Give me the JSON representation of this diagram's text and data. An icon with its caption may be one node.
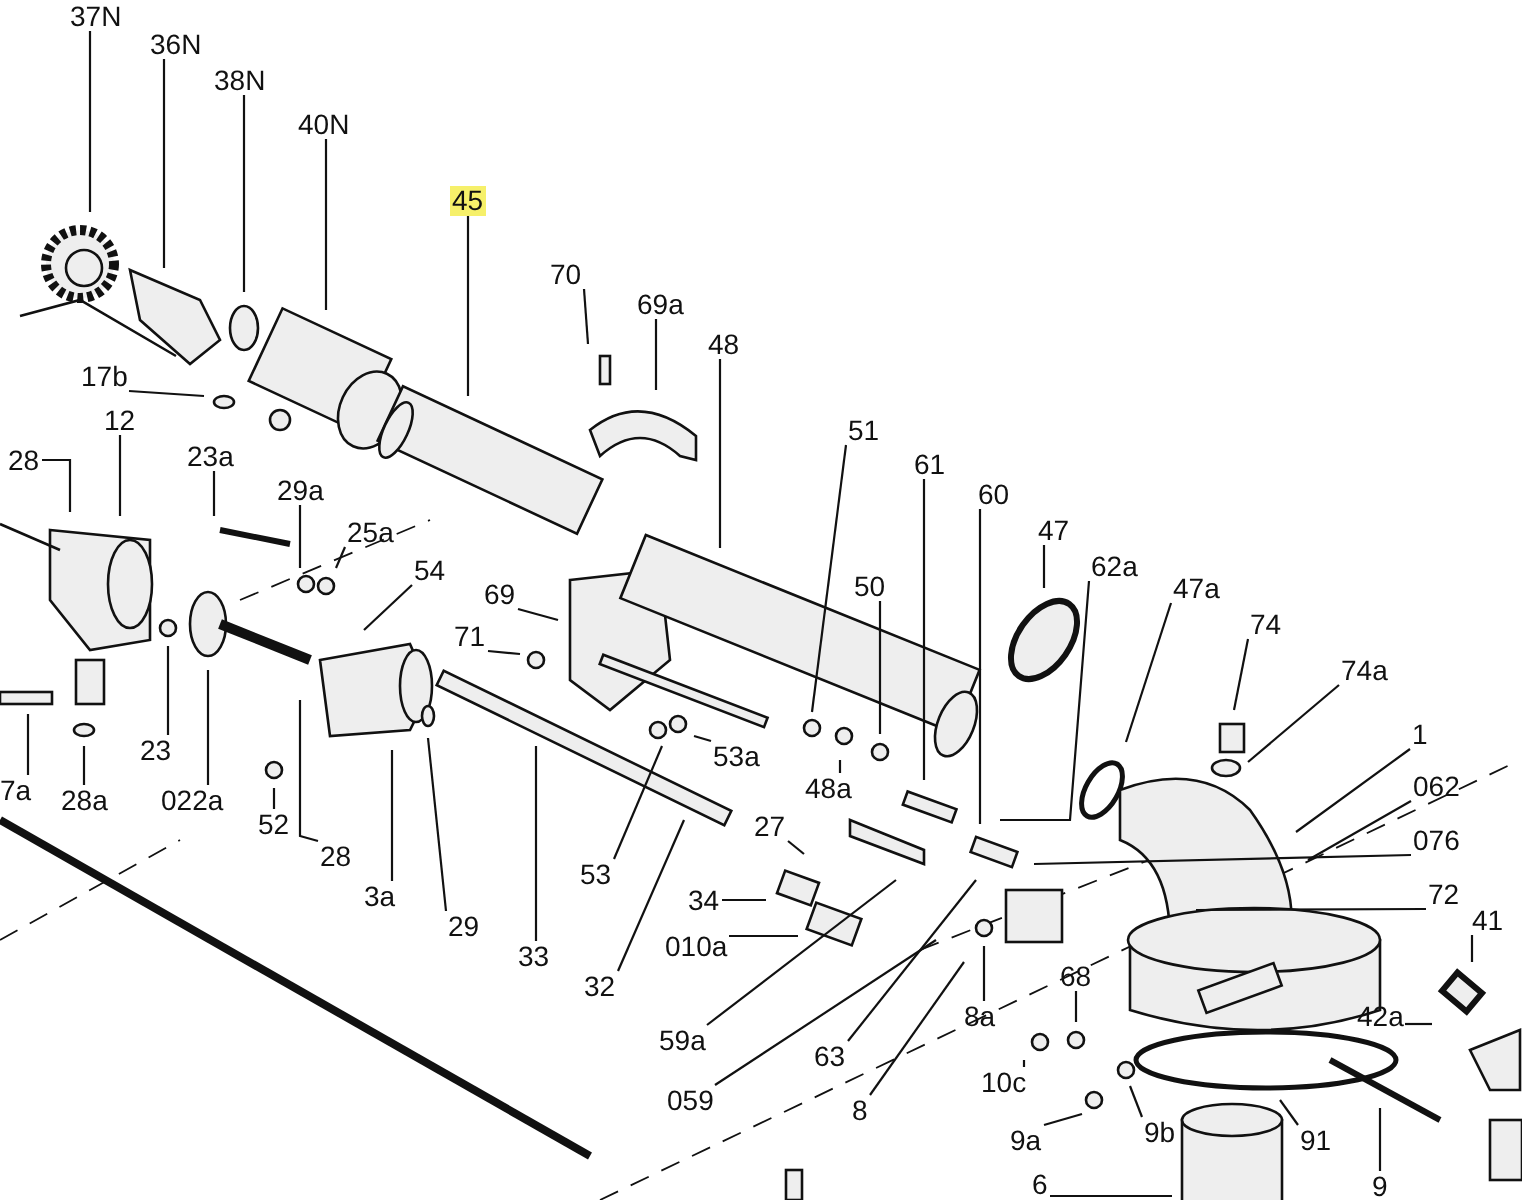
{
  "diagram": {
    "nodes": [
      {
        "text": [
          "37N"
        ]
      },
      {
        "text": [
          "36N"
        ]
      },
      {
        "text": [
          "38N"
        ]
      },
      {
        "text": [
          "40N"
        ]
      },
      {
        "text": [
          "45"
        ]
      },
      {
        "text": [
          "70"
        ]
      },
      {
        "text": [
          "69a"
        ]
      },
      {
        "text": [
          "48"
        ]
      },
      {
        "text": [
          "17b"
        ]
      },
      {
        "text": [
          "12"
        ]
      },
      {
        "text": [
          "28"
        ]
      },
      {
        "text": [
          "23a"
        ]
      },
      {
        "text": [
          "29a"
        ]
      },
      {
        "text": [
          "25a"
        ]
      },
      {
        "text": [
          "54"
        ]
      },
      {
        "text": [
          "69"
        ]
      },
      {
        "text": [
          "71"
        ]
      },
      {
        "text": [
          "51"
        ]
      },
      {
        "text": [
          "61"
        ]
      },
      {
        "text": [
          "60"
        ]
      },
      {
        "text": [
          "47"
        ]
      },
      {
        "text": [
          "62a"
        ]
      },
      {
        "text": [
          "47a"
        ]
      },
      {
        "text": [
          "74"
        ]
      },
      {
        "text": [
          "74a"
        ]
      },
      {
        "text": [
          "50"
        ]
      },
      {
        "text": [
          "1"
        ]
      },
      {
        "text": [
          "062"
        ]
      },
      {
        "text": [
          "076"
        ]
      },
      {
        "text": [
          "72"
        ]
      },
      {
        "text": [
          "41"
        ]
      },
      {
        "text": [
          "42a"
        ]
      },
      {
        "text": [
          "53a"
        ]
      },
      {
        "text": [
          "53"
        ]
      },
      {
        "text": [
          "48a"
        ]
      },
      {
        "text": [
          "27"
        ]
      },
      {
        "text": [
          "34"
        ]
      },
      {
        "text": [
          "010a"
        ]
      },
      {
        "text": [
          "59a"
        ]
      },
      {
        "text": [
          "059"
        ]
      },
      {
        "text": [
          "63"
        ]
      },
      {
        "text": [
          "8"
        ]
      },
      {
        "text": [
          "8a"
        ]
      },
      {
        "text": [
          "68"
        ]
      },
      {
        "text": [
          "10c"
        ]
      },
      {
        "text": [
          "9a"
        ]
      },
      {
        "text": [
          "9b"
        ]
      },
      {
        "text": [
          "91"
        ]
      },
      {
        "text": [
          "9"
        ]
      },
      {
        "text": [
          "6"
        ]
      },
      {
        "text": [
          "7a"
        ]
      },
      {
        "text": [
          "28a"
        ]
      },
      {
        "text": [
          "022a"
        ]
      },
      {
        "text": [
          "23"
        ]
      },
      {
        "text": [
          "52"
        ]
      },
      {
        "text": [
          "28"
        ]
      },
      {
        "text": [
          "3a"
        ]
      },
      {
        "text": [
          "29"
        ]
      },
      {
        "text": [
          "33"
        ]
      },
      {
        "text": [
          "32"
        ]
      }
    ],
    "edges": [
      {
        "from": 0,
        "to": null,
        "arrow": "none"
      },
      {
        "from": 1,
        "to": null,
        "arrow": "none"
      },
      {
        "from": 2,
        "to": null,
        "arrow": "none"
      },
      {
        "from": 3,
        "to": null,
        "arrow": "none"
      },
      {
        "from": 4,
        "to": null,
        "arrow": "none"
      },
      {
        "from": 5,
        "to": null,
        "arrow": "none"
      },
      {
        "from": 6,
        "to": null,
        "arrow": "none"
      },
      {
        "from": 7,
        "to": null,
        "arrow": "none"
      },
      {
        "from": 8,
        "to": null,
        "arrow": "none"
      },
      {
        "from": 9,
        "to": null,
        "arrow": "none"
      },
      {
        "from": 10,
        "to": null,
        "arrow": "none"
      },
      {
        "from": 11,
        "to": null,
        "arrow": "none"
      },
      {
        "from": 12,
        "to": null,
        "arrow": "none"
      },
      {
        "from": 13,
        "to": null,
        "arrow": "none"
      },
      {
        "from": 14,
        "to": null,
        "arrow": "none"
      },
      {
        "from": 15,
        "to": null,
        "arrow": "none"
      },
      {
        "from": 16,
        "to": null,
        "arrow": "none"
      },
      {
        "from": 17,
        "to": null,
        "arrow": "none"
      },
      {
        "from": 18,
        "to": null,
        "arrow": "none"
      },
      {
        "from": 19,
        "to": null,
        "arrow": "none"
      },
      {
        "from": 20,
        "to": null,
        "arrow": "none"
      },
      {
        "from": 21,
        "to": null,
        "arrow": "none"
      },
      {
        "from": 22,
        "to": null,
        "arrow": "none"
      },
      {
        "from": 23,
        "to": null,
        "arrow": "none"
      },
      {
        "from": 24,
        "to": null,
        "arrow": "none"
      },
      {
        "from": 25,
        "to": null,
        "arrow": "none"
      },
      {
        "from": 26,
        "to": null,
        "arrow": "none"
      },
      {
        "from": 27,
        "to": null,
        "arrow": "none"
      },
      {
        "from": 28,
        "to": null,
        "arrow": "none"
      },
      {
        "from": 29,
        "to": null,
        "arrow": "none"
      },
      {
        "from": 30,
        "to": null,
        "arrow": "none"
      },
      {
        "from": 31,
        "to": null,
        "arrow": "none"
      },
      {
        "from": 32,
        "to": null,
        "arrow": "none"
      },
      {
        "from": 33,
        "to": null,
        "arrow": "none"
      },
      {
        "from": 34,
        "to": null,
        "arrow": "none"
      },
      {
        "from": 35,
        "to": null,
        "arrow": "none"
      },
      {
        "from": 36,
        "to": null,
        "arrow": "none"
      },
      {
        "from": 37,
        "to": null,
        "arrow": "none"
      },
      {
        "from": 38,
        "to": null,
        "arrow": "none"
      },
      {
        "from": 39,
        "to": null,
        "arrow": "none"
      },
      {
        "from": 40,
        "to": null,
        "arrow": "none"
      },
      {
        "from": 41,
        "to": null,
        "arrow": "none"
      },
      {
        "from": 42,
        "to": null,
        "arrow": "none"
      },
      {
        "from": 43,
        "to": null,
        "arrow": "none"
      },
      {
        "from": 44,
        "to": null,
        "arrow": "none"
      },
      {
        "from": 45,
        "to": null,
        "arrow": "none"
      },
      {
        "from": 46,
        "to": null,
        "arrow": "none"
      },
      {
        "from": 47,
        "to": null,
        "arrow": "none"
      },
      {
        "from": 48,
        "to": null,
        "arrow": "none"
      },
      {
        "from": 49,
        "to": null,
        "arrow": "none"
      },
      {
        "from": 50,
        "to": null,
        "arrow": "none"
      },
      {
        "from": 51,
        "to": null,
        "arrow": "none"
      },
      {
        "from": 52,
        "to": null,
        "arrow": "none"
      },
      {
        "from": 53,
        "to": null,
        "arrow": "none"
      },
      {
        "from": 54,
        "to": null,
        "arrow": "none"
      },
      {
        "from": 55,
        "to": null,
        "arrow": "none"
      },
      {
        "from": 56,
        "to": null,
        "arrow": "none"
      },
      {
        "from": 57,
        "to": null,
        "arrow": "none"
      },
      {
        "from": 58,
        "to": null,
        "arrow": "none"
      },
      {
        "from": 59,
        "to": null,
        "arrow": "none"
      }
    ]
  }
}
